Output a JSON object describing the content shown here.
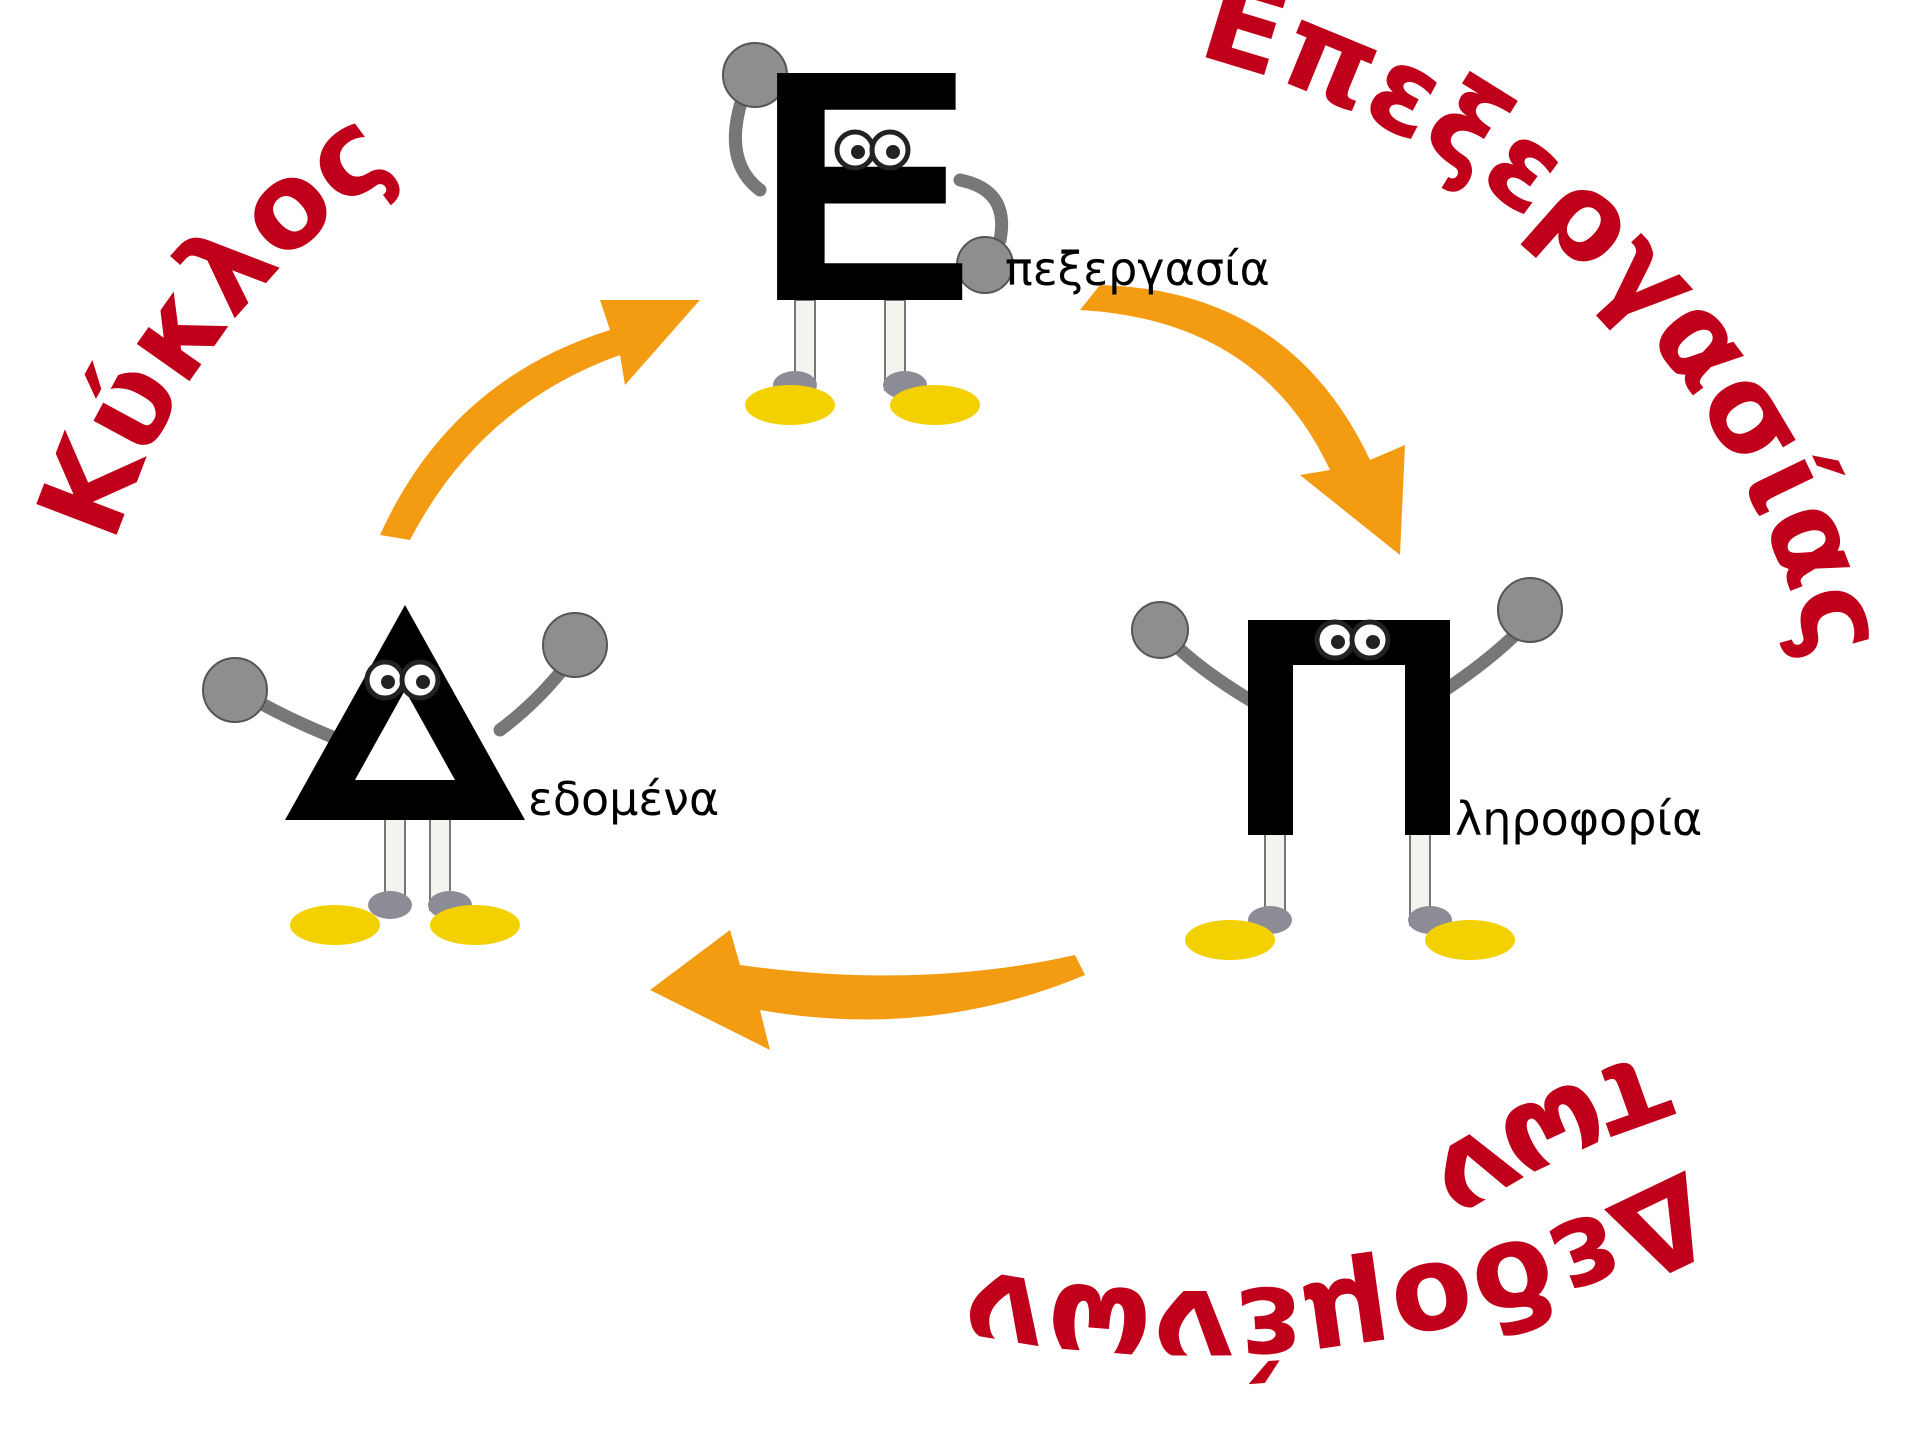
{
  "title": {
    "left_arc": "Κύκλος",
    "right_arc": "Επεξεργασίας",
    "bottom_left_arc": "Δεδομένων",
    "bottom_right_arc": "των"
  },
  "nodes": [
    {
      "letter": "Ε",
      "label": "πεξεργασία"
    },
    {
      "letter": "Δ",
      "label": "εδομένα"
    },
    {
      "letter": "Π",
      "label": "ληροφορία"
    }
  ],
  "colors": {
    "title": "#c0001a",
    "arrow": "#f39c12",
    "letter": "#000000",
    "shoe": "#f3d100"
  },
  "arrows": [
    {
      "from": "Δεδομένα",
      "to": "Επεξεργασία"
    },
    {
      "from": "Επεξεργασία",
      "to": "Πληροφορία"
    },
    {
      "from": "Πληροφορία",
      "to": "Δεδομένα"
    }
  ]
}
